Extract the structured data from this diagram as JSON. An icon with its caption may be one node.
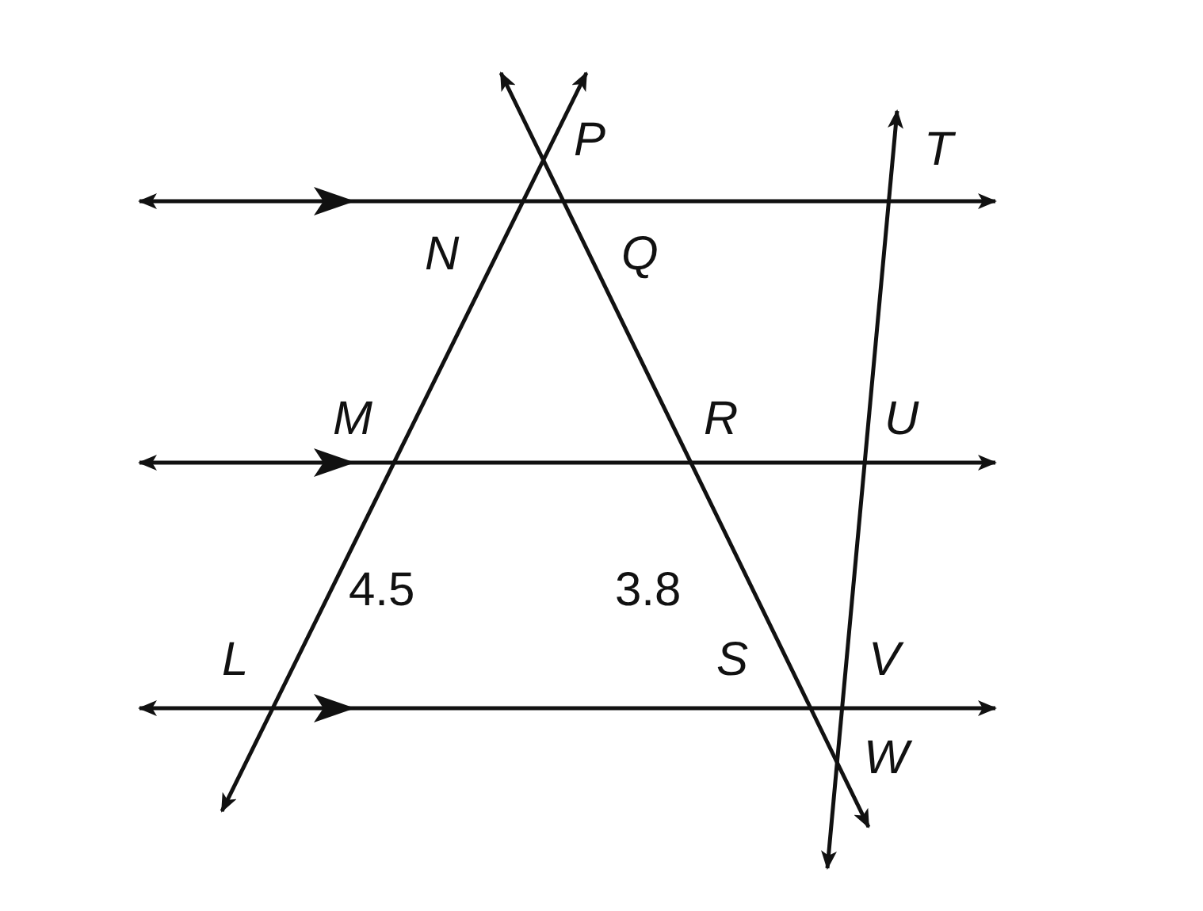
{
  "diagram": {
    "labels": [
      "P",
      "T",
      "N",
      "Q",
      "M",
      "R",
      "U",
      "4.5",
      "3.8",
      "L",
      "S",
      "V",
      "W"
    ]
  }
}
